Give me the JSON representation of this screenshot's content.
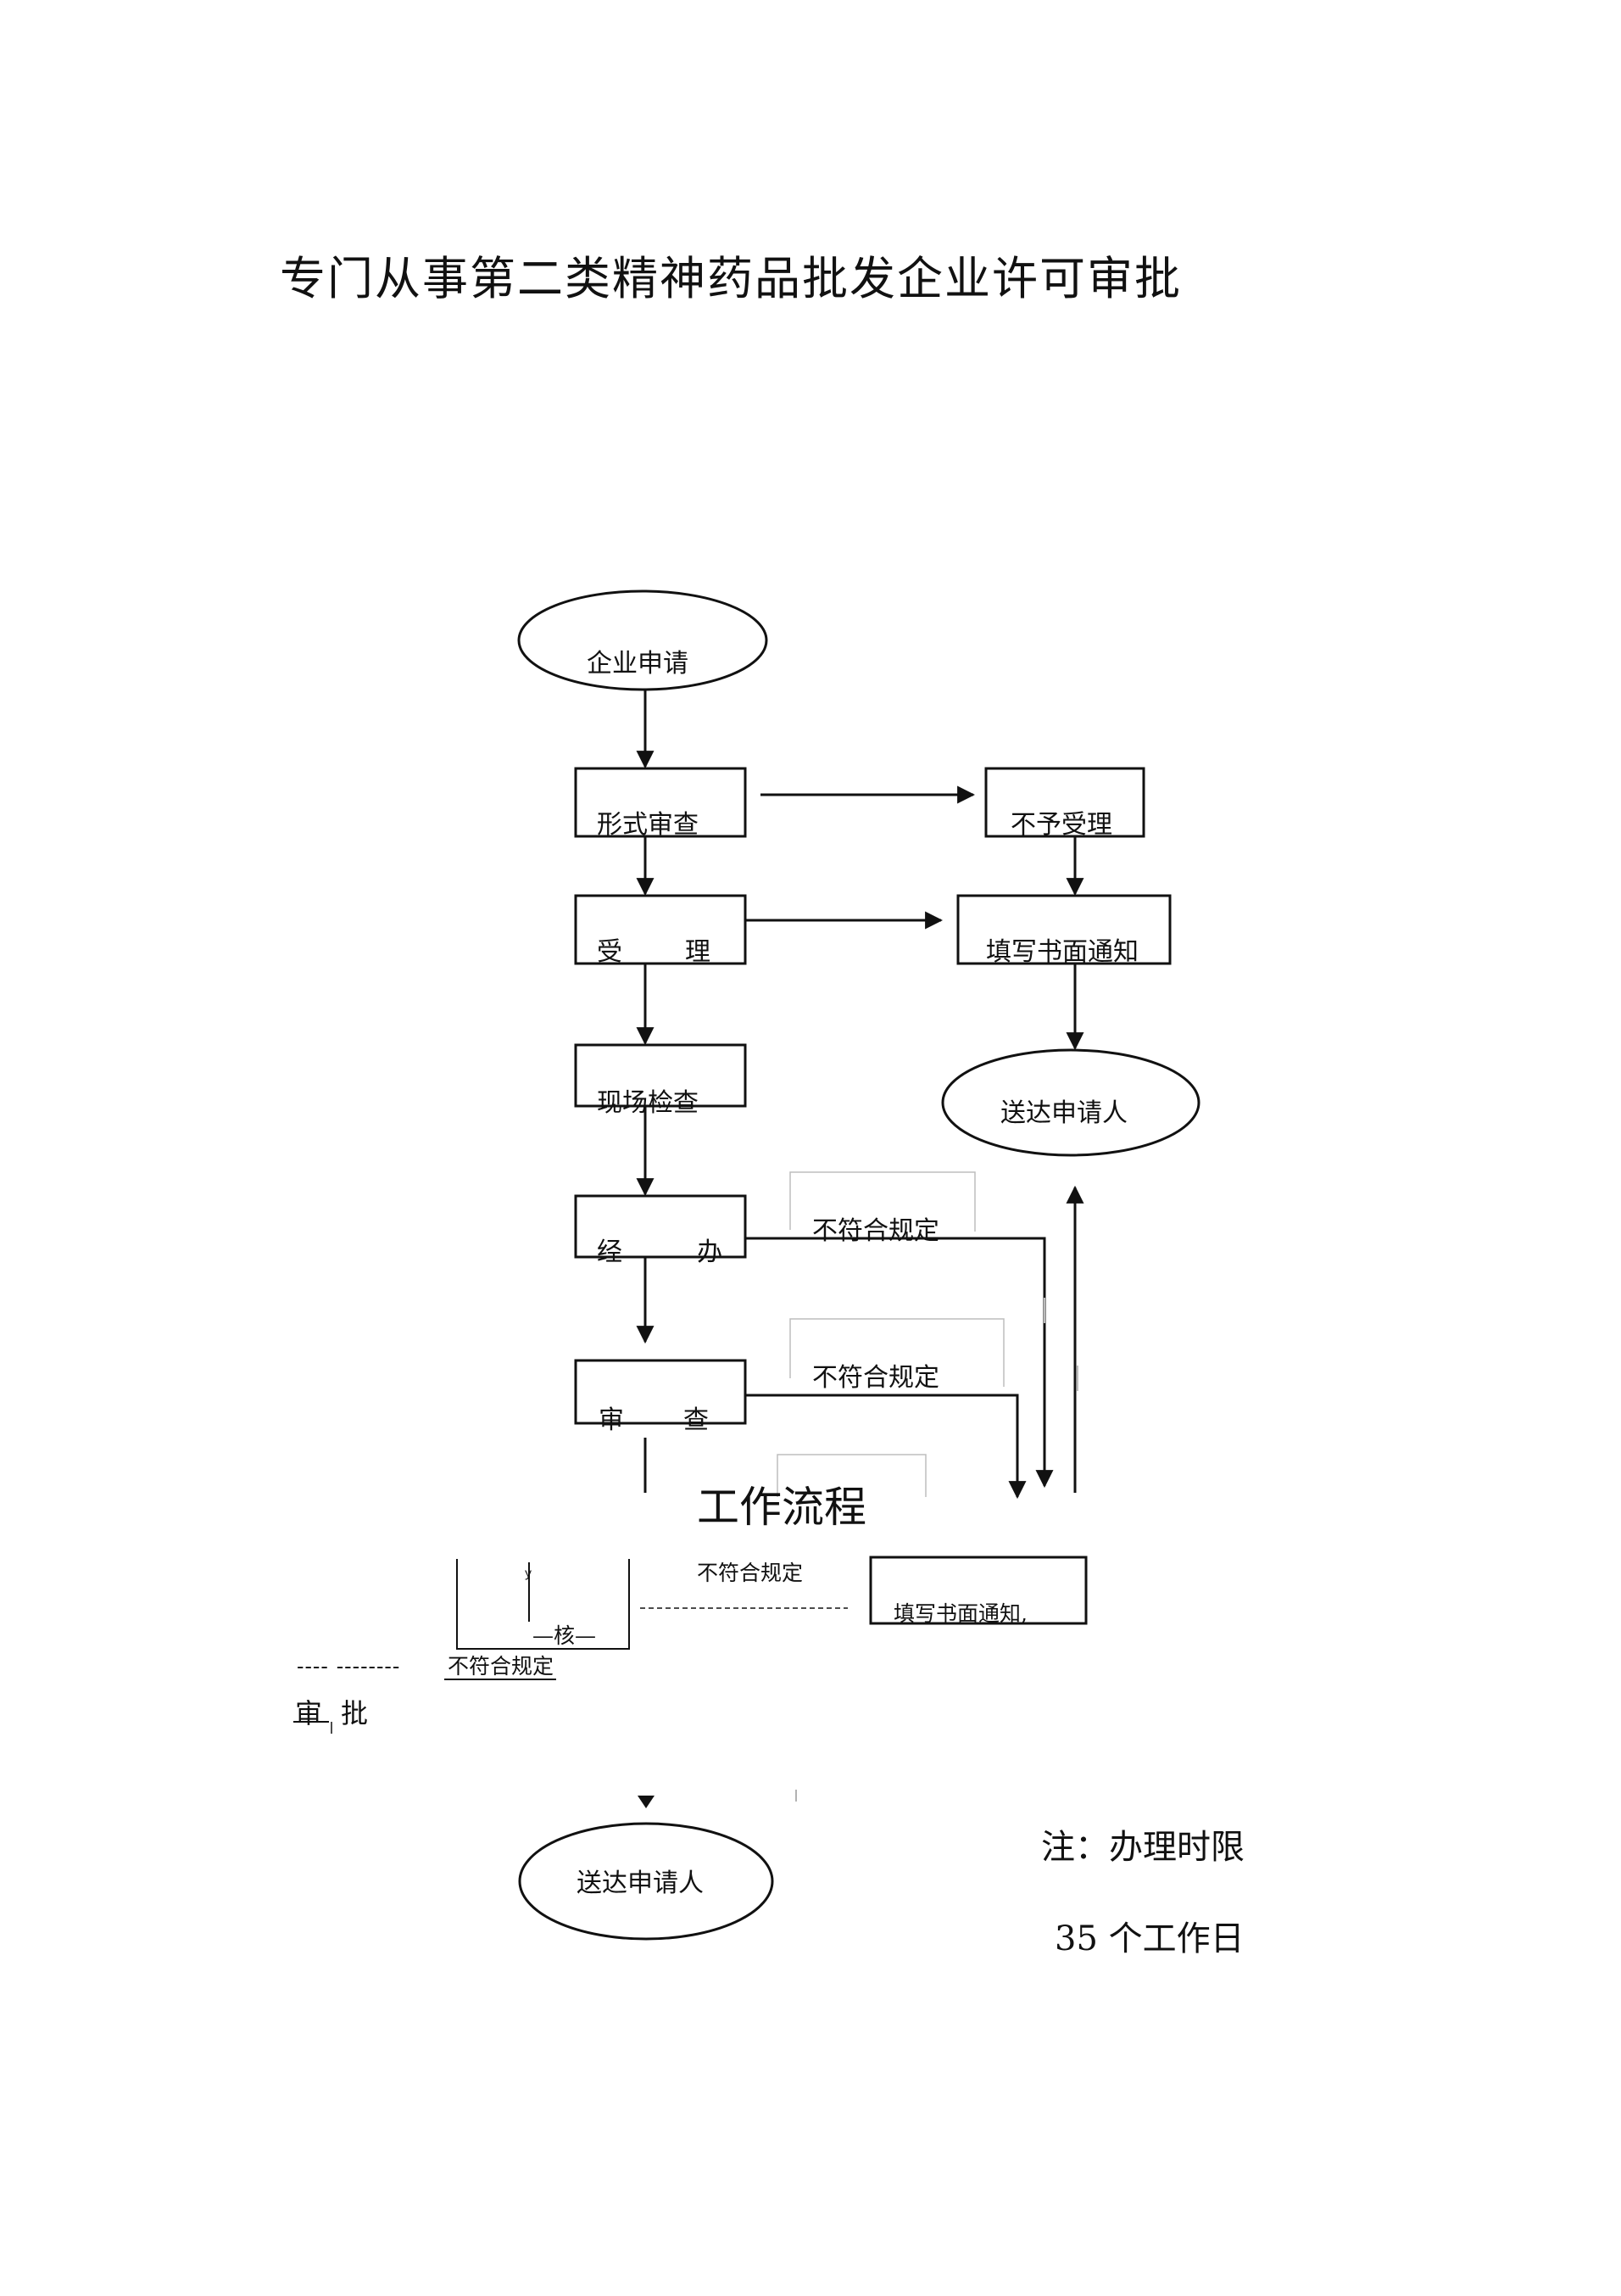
{
  "page": {
    "title": "专门从事第二类精神药品批发企业许可审批",
    "subtitle": "工作流程"
  },
  "flow": {
    "start": "企业申请",
    "formal_review": "形式审查",
    "reject": "不予受理",
    "accept_left": "受",
    "accept_right": "理",
    "written_notice_1": "填写书面通知",
    "deliver_1": "送达申请人",
    "site_inspection": "现场检查",
    "handle_left": "经",
    "handle_right": "办",
    "noncompliant_1": "不符合规定",
    "review_left": "审",
    "review_right": "查",
    "noncompliant_2": "不符合规定",
    "verify_mark": "ｙ",
    "verify": "—核—",
    "noncompliant_3": "不符合规定",
    "written_notice_2": "填写书面通知,",
    "dashes_left": "---- --------",
    "noncompliant_4": "不符合规定",
    "approve_left": "审",
    "approve_right": "批",
    "deliver_2": "送达申请人"
  },
  "note": {
    "line1": "注：办理时限",
    "line2": "35 个工作日"
  }
}
